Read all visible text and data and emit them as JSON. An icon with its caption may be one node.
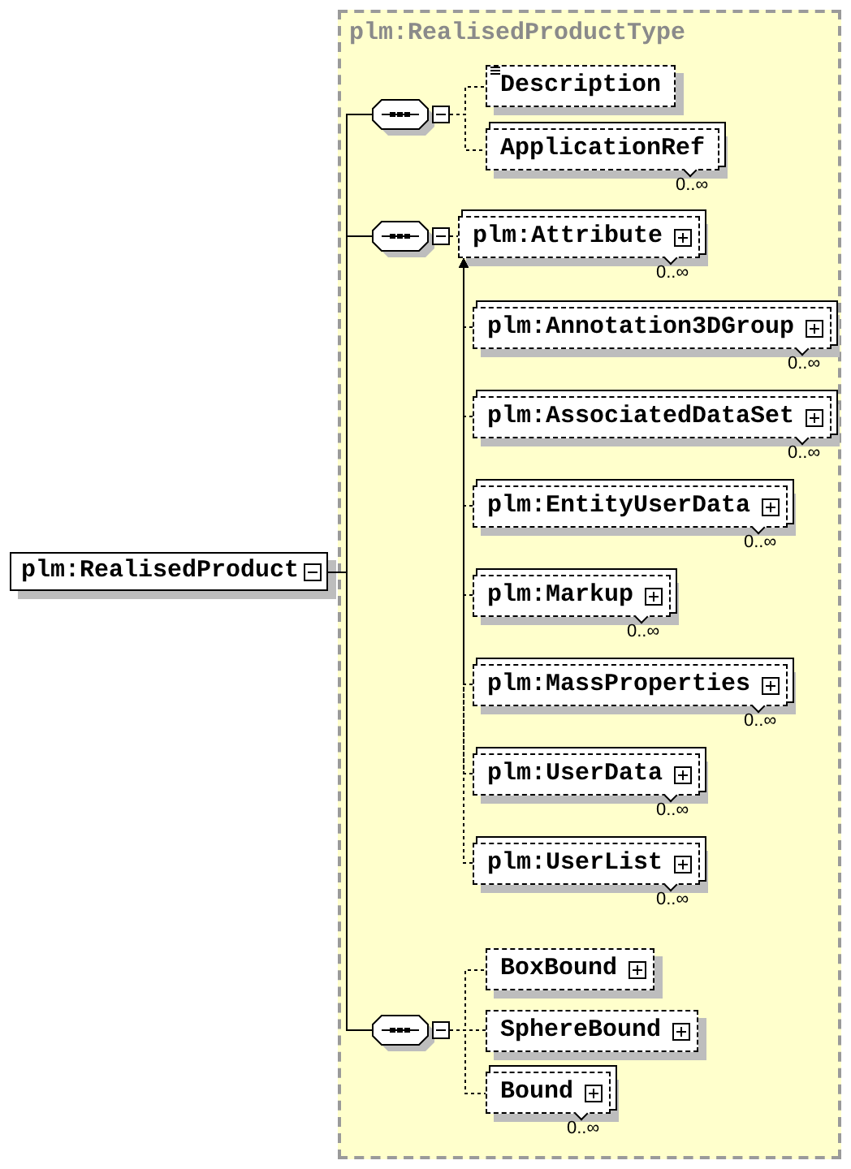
{
  "diagram": {
    "nodes": [
      {
        "text": [
          "plm:RealisedProduct"
        ]
      },
      {
        "text": [
          "plm:RealisedProductType"
        ]
      },
      {
        "text": [],
        "shape": "octagon",
        "in": 1
      },
      {
        "text": [
          "Description"
        ],
        "in": 1
      },
      {
        "text": [
          "ApplicationRef"
        ],
        "in": 1,
        "beside": [
          "0..∞"
        ]
      },
      {
        "text": [],
        "shape": "octagon",
        "in": 1
      },
      {
        "text": [
          "plm:Attribute"
        ],
        "in": 1,
        "beside": [
          "0..∞"
        ]
      },
      {
        "text": [
          "plm:Annotation3DGroup"
        ],
        "in": 1,
        "beside": [
          "0..∞"
        ]
      },
      {
        "text": [
          "plm:AssociatedDataSet"
        ],
        "in": 1,
        "beside": [
          "0..∞"
        ]
      },
      {
        "text": [
          "plm:EntityUserData"
        ],
        "in": 1,
        "beside": [
          "0..∞"
        ]
      },
      {
        "text": [
          "plm:Markup"
        ],
        "in": 1,
        "beside": [
          "0..∞"
        ]
      },
      {
        "text": [
          "plm:MassProperties"
        ],
        "in": 1,
        "beside": [
          "0..∞"
        ]
      },
      {
        "text": [
          "plm:UserData"
        ],
        "in": 1,
        "beside": [
          "0..∞"
        ]
      },
      {
        "text": [
          "plm:UserList"
        ],
        "in": 1,
        "beside": [
          "0..∞"
        ]
      },
      {
        "text": [],
        "shape": "octagon",
        "in": 1
      },
      {
        "text": [
          "BoxBound"
        ],
        "in": 1
      },
      {
        "text": [
          "SphereBound"
        ],
        "in": 1
      },
      {
        "text": [
          "Bound"
        ],
        "in": 1,
        "beside": [
          "0..∞"
        ]
      }
    ],
    "edges": [
      {
        "from": 0,
        "to": 2,
        "arrow": "none"
      },
      {
        "from": 0,
        "to": 5,
        "arrow": "none"
      },
      {
        "from": 0,
        "to": 14,
        "arrow": "none"
      },
      {
        "from": 2,
        "to": 3,
        "arrow": "none",
        "style": "dashed"
      },
      {
        "from": 2,
        "to": 4,
        "arrow": "none",
        "style": "dashed"
      },
      {
        "from": 5,
        "to": 6,
        "arrow": "none",
        "style": "dashed"
      },
      {
        "from": 7,
        "to": 6,
        "arrow": "to",
        "style": "dashed"
      },
      {
        "from": 8,
        "to": 6,
        "arrow": "to",
        "style": "dashed"
      },
      {
        "from": 9,
        "to": 6,
        "arrow": "to",
        "style": "dashed"
      },
      {
        "from": 10,
        "to": 6,
        "arrow": "to",
        "style": "dashed"
      },
      {
        "from": 11,
        "to": 6,
        "arrow": "to",
        "style": "dashed"
      },
      {
        "from": 12,
        "to": 6,
        "arrow": "to",
        "style": "dashed"
      },
      {
        "from": 13,
        "to": 6,
        "arrow": "to",
        "style": "dashed"
      },
      {
        "from": 14,
        "to": 15,
        "arrow": "none",
        "style": "dashed"
      },
      {
        "from": 14,
        "to": 16,
        "arrow": "none",
        "style": "dashed"
      },
      {
        "from": 14,
        "to": 17,
        "arrow": "none",
        "style": "dashed"
      }
    ]
  }
}
